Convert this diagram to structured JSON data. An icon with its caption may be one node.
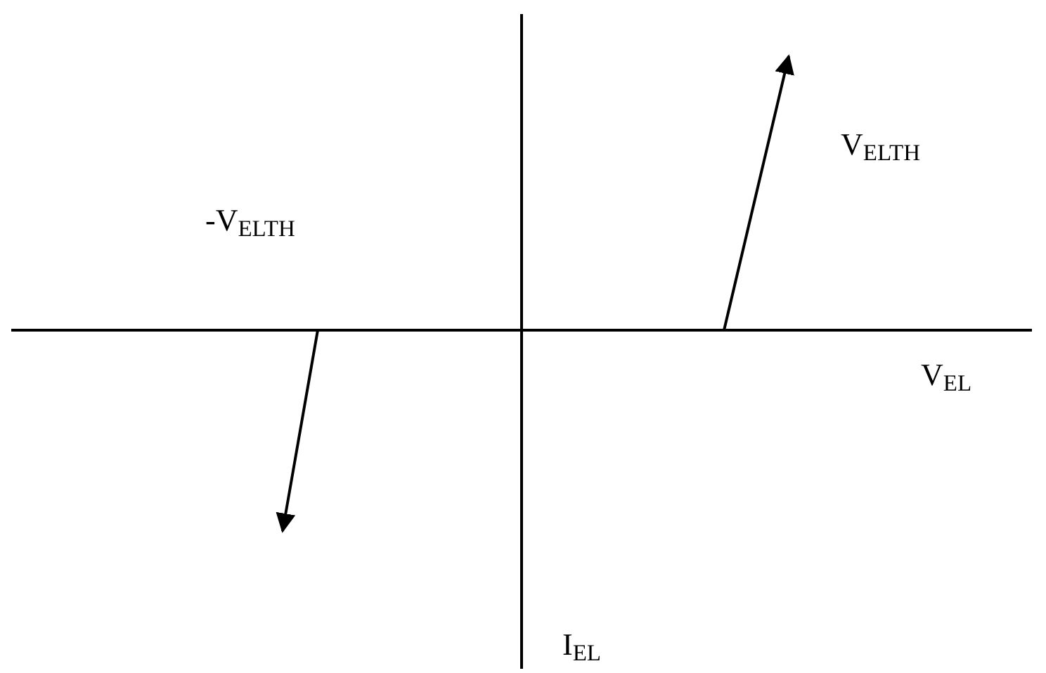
{
  "diagram": {
    "labels": [
      "-V$_{ELTH}$",
      "V$_{ELTH}$",
      "V$_{EL}$",
      "I$_{EL}$"
    ]
  }
}
